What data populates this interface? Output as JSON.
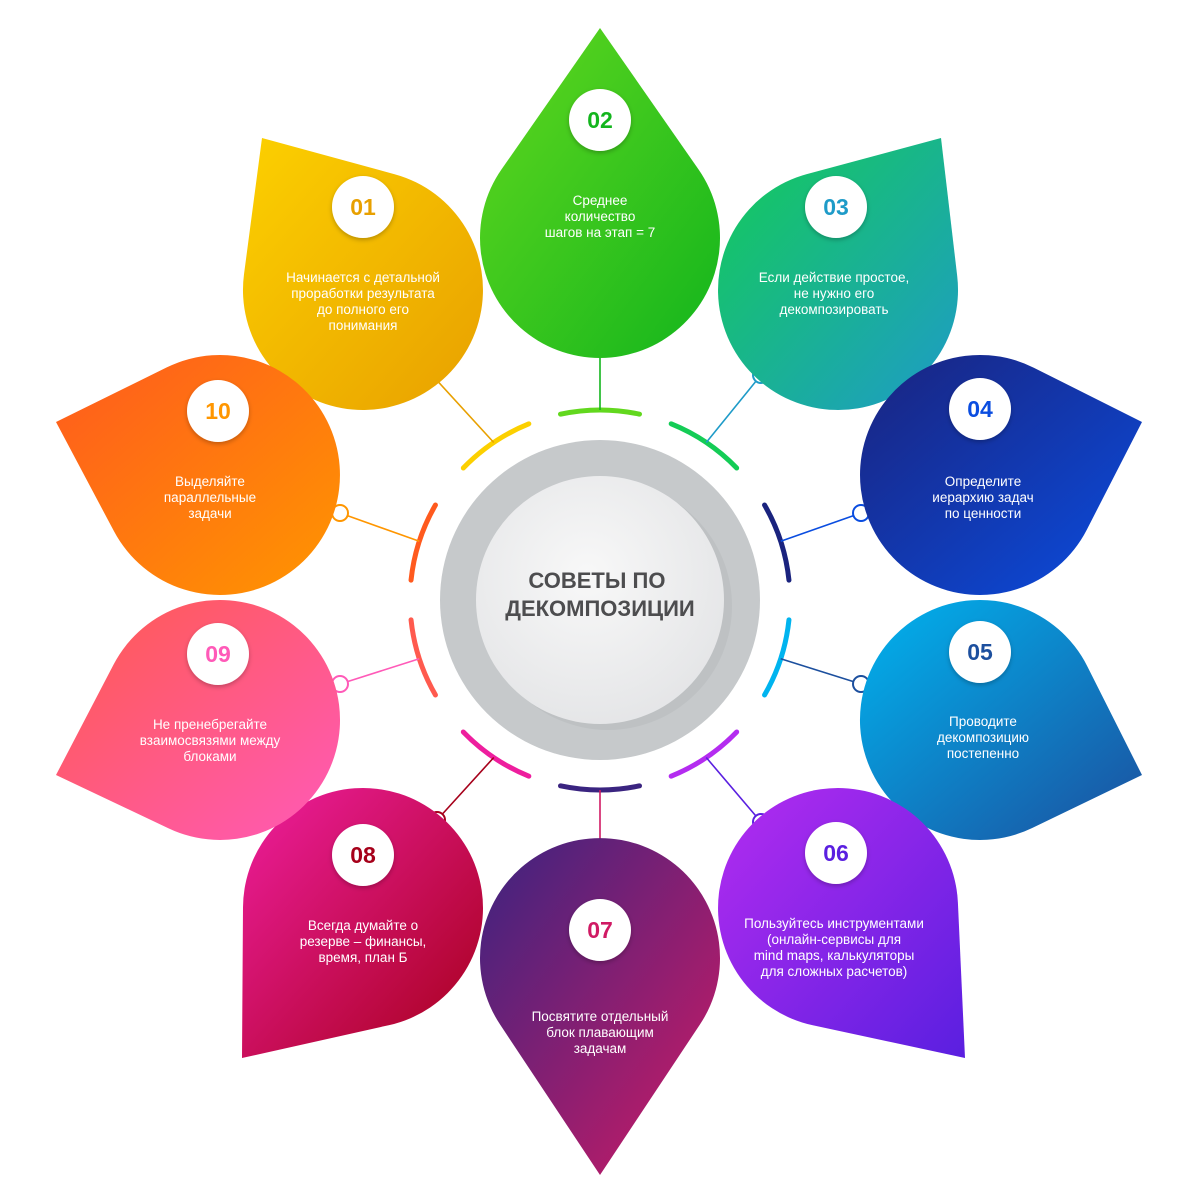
{
  "center": {
    "title_lines": [
      "СОВЕТЫ ПО",
      "ДЕКОМПОЗИЦИИ"
    ]
  },
  "petals": [
    {
      "number": "01",
      "lines": [
        "Начинается с детальной",
        "проработки результата",
        "до полного его",
        "понимания"
      ],
      "color_start": "#fcd000",
      "color_end": "#e8a000"
    },
    {
      "number": "02",
      "lines": [
        "Среднее",
        "количество",
        "шагов на этап = 7"
      ],
      "color_start": "#62d81e",
      "color_end": "#13b51d"
    },
    {
      "number": "03",
      "lines": [
        "Если действие простое,",
        "не нужно его",
        "декомпозировать"
      ],
      "color_start": "#14cc56",
      "color_end": "#1e9bc8"
    },
    {
      "number": "04",
      "lines": [
        "Определите",
        "иерархию задач",
        "по ценности"
      ],
      "color_start": "#1a237e",
      "color_end": "#0a4de0"
    },
    {
      "number": "05",
      "lines": [
        "Проводите",
        "декомпозицию",
        "постепенно"
      ],
      "color_start": "#00b4ef",
      "color_end": "#1c4f9e"
    },
    {
      "number": "06",
      "lines": [
        "Пользуйтесь инструментами",
        "(онлайн-сервисы для",
        "mind maps, калькуляторы",
        "для сложных расчетов)"
      ],
      "color_start": "#b42cf0",
      "color_end": "#5a1fe0"
    },
    {
      "number": "07",
      "lines": [
        "Посвятите отдельный",
        "блок плавающим",
        "задачам"
      ],
      "color_start": "#3a2480",
      "color_end": "#d01a64"
    },
    {
      "number": "08",
      "lines": [
        "Всегда думайте о",
        "резерве – финансы,",
        "время, план Б"
      ],
      "color_start": "#ee1e9e",
      "color_end": "#a6001a"
    },
    {
      "number": "09",
      "lines": [
        "Не пренебрегайте",
        "взаимосвязями между",
        "блоками"
      ],
      "color_start": "#ff5a4e",
      "color_end": "#ff5ab8"
    },
    {
      "number": "10",
      "lines": [
        "Выделяйте",
        "параллельные",
        "задачи"
      ],
      "color_start": "#ff5a1e",
      "color_end": "#ff9600"
    }
  ]
}
